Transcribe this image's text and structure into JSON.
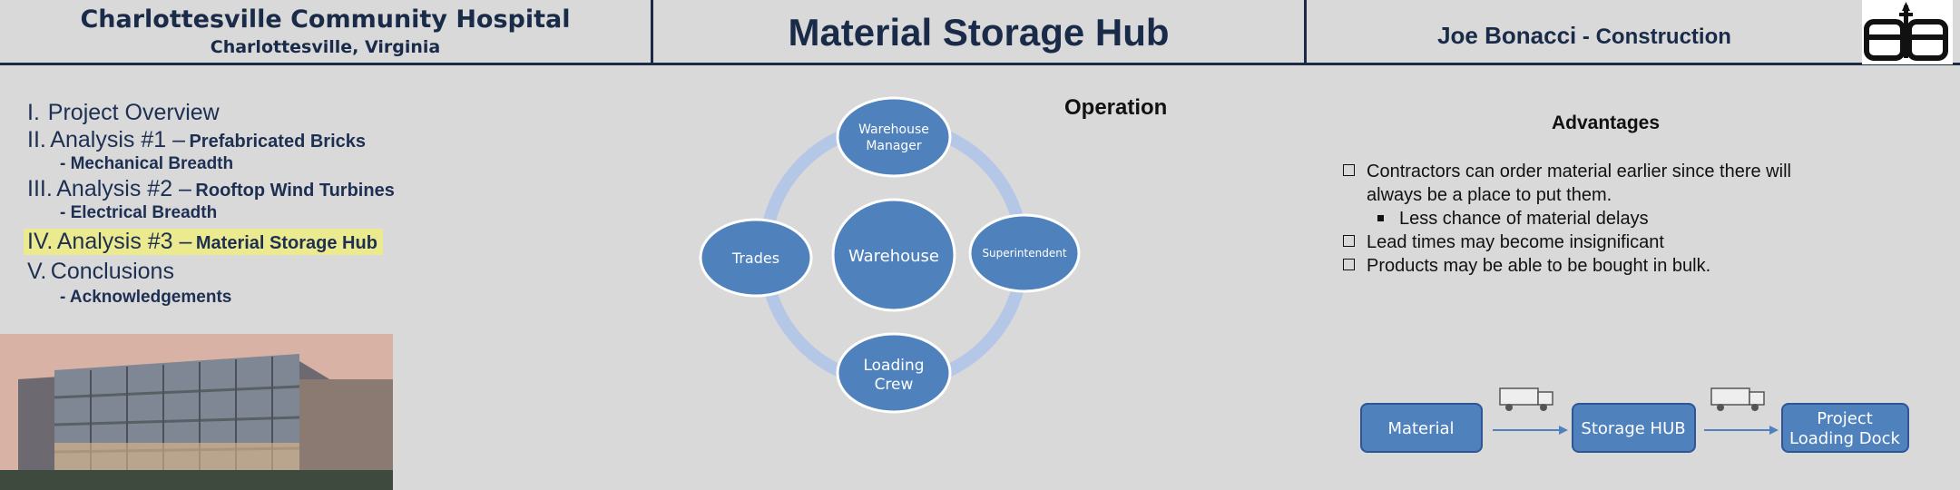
{
  "header": {
    "hospital_name": "Charlottesville Community Hospital",
    "hospital_location": "Charlottesville, Virginia",
    "title": "Material Storage Hub",
    "author_name": "Joe Bonacci",
    "author_sep": " - ",
    "author_option": "Construction",
    "logo_icon": "ae-logo-icon"
  },
  "outline": {
    "item1": {
      "num": "I.",
      "big": "Project Overview"
    },
    "item2": {
      "num": "II.",
      "big": "Analysis #1 –",
      "small": "Prefabricated Bricks"
    },
    "item2_sub": "- Mechanical Breadth",
    "item3": {
      "num": "III.",
      "big": "Analysis #2 –",
      "small": "Rooftop Wind Turbines"
    },
    "item3_sub": "- Electrical Breadth",
    "item4": {
      "num": "IV.",
      "big": "Analysis #3 –",
      "small": "Material Storage Hub"
    },
    "item5": {
      "num": "V.",
      "big": "Conclusions"
    },
    "item5_sub": "- Acknowledgements",
    "highlight_color": "#ecea8f"
  },
  "operation": {
    "label": "Operation",
    "center": "Warehouse",
    "nodes": {
      "top_line1": "Warehouse",
      "top_line2": "Manager",
      "left": "Trades",
      "right": "Superintendent",
      "bottom_line1": "Loading",
      "bottom_line2": "Crew"
    },
    "node_color": "#4f81bd",
    "ring_color": "#b4c7e7"
  },
  "advantages": {
    "title": "Advantages",
    "item1_line1": "Contractors can order material earlier since there will",
    "item1_line2": "always be a place to put them.",
    "item1_sub": "Less chance of material delays",
    "item2": "Lead times may become insignificant",
    "item3": "Products may be able to be bought in bulk."
  },
  "flow": {
    "box1": "Material",
    "box2": "Storage HUB",
    "box3_line1": "Project",
    "box3_line2": "Loading Dock",
    "truck_icon": "truck-icon"
  }
}
